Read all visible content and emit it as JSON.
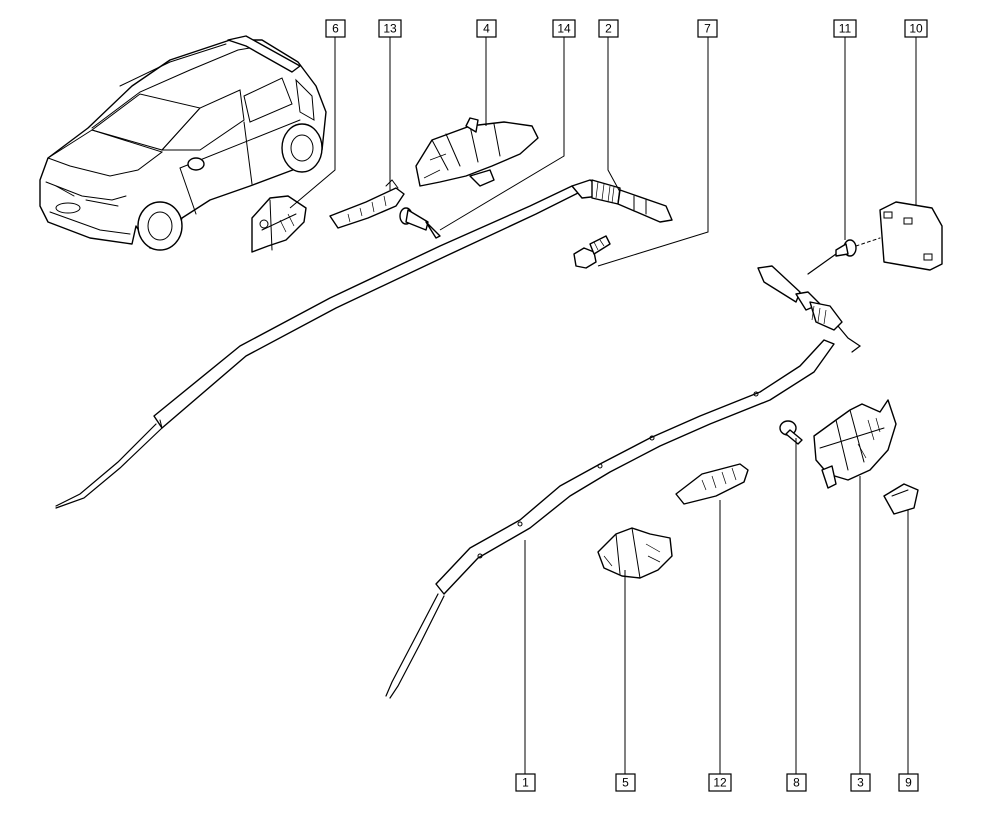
{
  "diagram": {
    "callouts": [
      {
        "id": "6",
        "label": "6"
      },
      {
        "id": "13",
        "label": "13"
      },
      {
        "id": "4",
        "label": "4"
      },
      {
        "id": "14",
        "label": "14"
      },
      {
        "id": "2",
        "label": "2"
      },
      {
        "id": "7",
        "label": "7"
      },
      {
        "id": "11",
        "label": "11"
      },
      {
        "id": "10",
        "label": "10"
      },
      {
        "id": "1",
        "label": "1"
      },
      {
        "id": "5",
        "label": "5"
      },
      {
        "id": "12",
        "label": "12"
      },
      {
        "id": "8",
        "label": "8"
      },
      {
        "id": "3",
        "label": "3"
      },
      {
        "id": "9",
        "label": "9"
      }
    ]
  }
}
